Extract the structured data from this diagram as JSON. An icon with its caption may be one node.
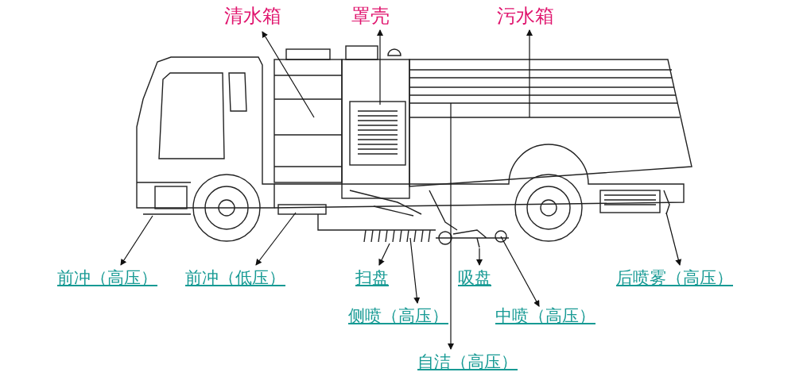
{
  "diagram": {
    "nodes": [
      {
        "text": [
          "清水箱"
        ]
      },
      {
        "text": [
          "罩壳"
        ]
      },
      {
        "text": [
          "污水箱"
        ]
      },
      {
        "text": [
          "前冲（高压）"
        ]
      },
      {
        "text": [
          "前冲（低压）"
        ]
      },
      {
        "text": [
          "扫盘"
        ]
      },
      {
        "text": [
          "吸盘"
        ]
      },
      {
        "text": [
          "后喷雾（高压）"
        ]
      },
      {
        "text": [
          "侧喷（高压）"
        ]
      },
      {
        "text": [
          "中喷（高压）"
        ]
      },
      {
        "text": [
          "自洁（高压）"
        ]
      }
    ],
    "edges": [
      {
        "from": null,
        "to": 0,
        "arrow": "to"
      },
      {
        "from": null,
        "to": 1,
        "arrow": "to"
      },
      {
        "from": null,
        "to": 2,
        "arrow": "to"
      },
      {
        "from": null,
        "to": 3,
        "arrow": "to"
      },
      {
        "from": null,
        "to": 4,
        "arrow": "to"
      },
      {
        "from": null,
        "to": 5,
        "arrow": "to"
      },
      {
        "from": null,
        "to": 6,
        "arrow": "to"
      },
      {
        "from": null,
        "to": 7,
        "arrow": "to"
      },
      {
        "from": null,
        "to": 8,
        "arrow": "to"
      },
      {
        "from": null,
        "to": 9,
        "arrow": "to"
      },
      {
        "from": null,
        "to": 10,
        "arrow": "to"
      }
    ]
  }
}
